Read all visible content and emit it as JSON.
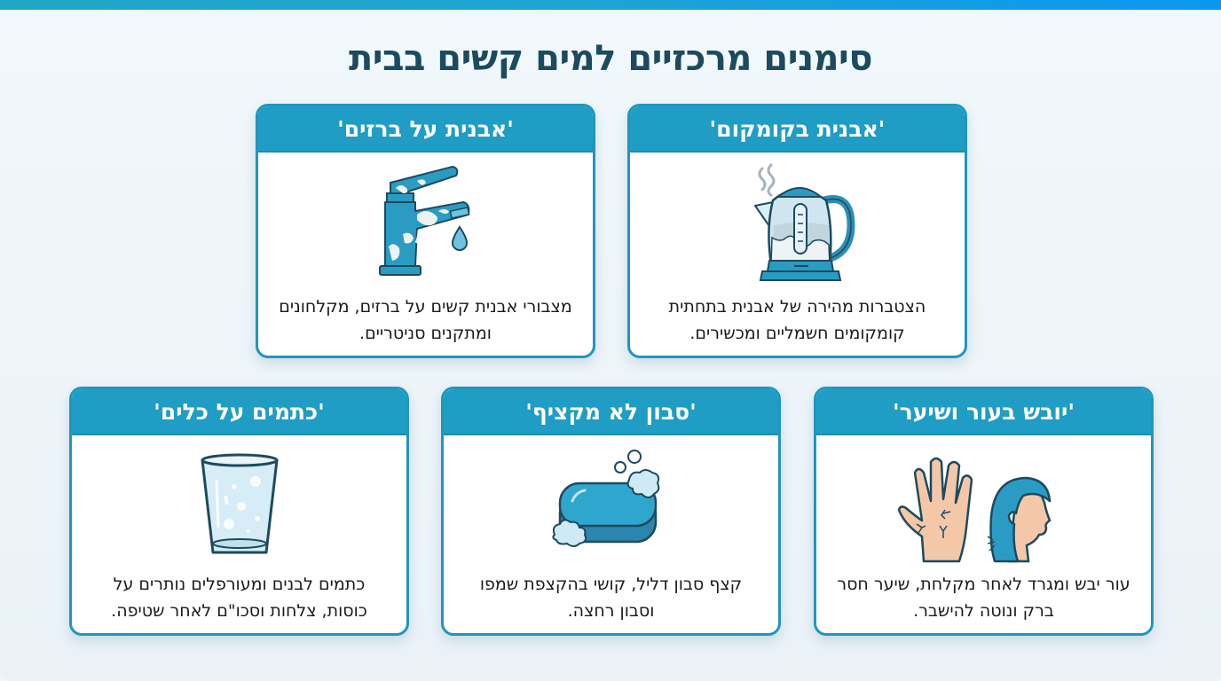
{
  "page": {
    "title": "סימנים מרכזיים למים קשים בבית",
    "colors": {
      "accent": "#1f9dc4",
      "border": "#2196bd",
      "title": "#1d4a5e",
      "top_bar_start": "#22a6c6",
      "top_bar_end": "#0a97f2",
      "background": "#eef5f9"
    }
  },
  "cards": [
    {
      "title": "'אבנית בקומקום'",
      "icon": "kettle-icon",
      "description": "הצטברות מהירה של אבנית בתחתית קומקומים חשמליים ומכשירים."
    },
    {
      "title": "'אבנית על ברזים'",
      "icon": "faucet-icon",
      "description": "מצבורי אבנית קשים על ברזים, מקלחונים ומתקנים סניטריים."
    },
    {
      "title": "'יובש בעור ושיער'",
      "icon": "dry-skin-hair-icon",
      "description": "עור יבש ומגרד לאחר מקלחת, שיער חסר ברק ונוטה להישבר."
    },
    {
      "title": "'סבון לא מקציף'",
      "icon": "soap-bar-icon",
      "description": "קצף סבון דליל, קושי בהקצפת שמפו וסבון רחצה."
    },
    {
      "title": "'כתמים על כלים'",
      "icon": "spotted-glass-icon",
      "description": "כתמים לבנים ומעורפלים נותרים על כוסות, צלחות וסכו\"ם לאחר שטיפה."
    }
  ]
}
